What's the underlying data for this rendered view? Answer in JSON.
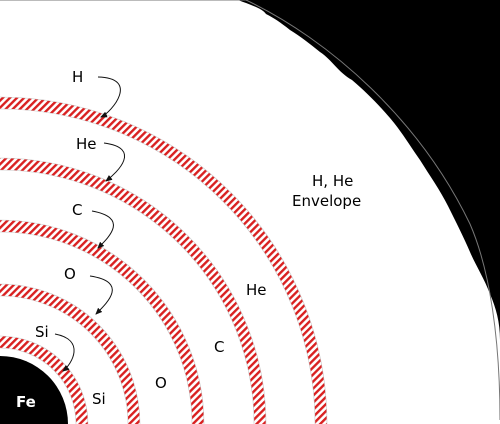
{
  "burning_shells": [
    {
      "element": "H"
    },
    {
      "element": "He"
    },
    {
      "element": "C"
    },
    {
      "element": "O"
    },
    {
      "element": "Si"
    }
  ],
  "layers": [
    {
      "element": "H, He"
    },
    {
      "element": "He"
    },
    {
      "element": "C"
    },
    {
      "element": "O"
    },
    {
      "element": "Si"
    }
  ],
  "envelope_caption": "Envelope",
  "core": {
    "element": "Fe"
  },
  "colors": {
    "shell_stripe": "#d92020",
    "background": "#000000",
    "interior": "#ffffff",
    "core_fill": "#000000"
  }
}
